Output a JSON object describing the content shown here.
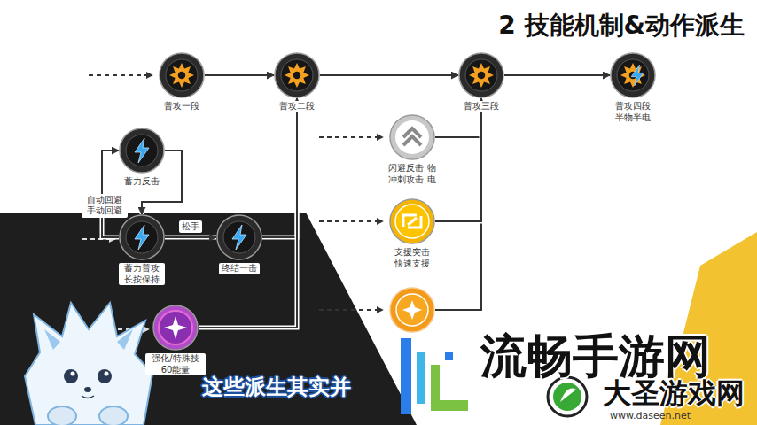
{
  "diagram": {
    "title": "2 技能机制&动作派生",
    "nodes": [
      {
        "text": [
          "普攻一段"
        ]
      },
      {
        "text": [
          "普攻二段"
        ]
      },
      {
        "text": [
          "普攻三段"
        ]
      },
      {
        "text": [
          "普攻四段 半物半电"
        ]
      },
      {
        "text": [
          "蓄力反击"
        ]
      },
      {
        "text": [
          "闪避反击 物 冲刺攻击 电"
        ]
      },
      {
        "text": [
          "蓄力普攻 长按保持"
        ]
      },
      {
        "text": [
          "终结一击"
        ]
      },
      {
        "text": [
          "支援突击 快速支援"
        ]
      },
      {
        "text": [
          "强化/特殊技 60能量"
        ]
      }
    ],
    "edges": [
      {
        "from": 0,
        "to": 1,
        "arrow": "to"
      },
      {
        "from": 1,
        "to": 2,
        "arrow": "to"
      },
      {
        "from": 2,
        "to": 3,
        "arrow": "to"
      },
      {
        "from": 4,
        "to": 6,
        "arrow": "to"
      },
      {
        "from": 6,
        "to": 4,
        "label": "自动回避 手动回避",
        "arrow": "to"
      },
      {
        "from": 6,
        "to": 7,
        "label": "松手",
        "arrow": "to"
      },
      {
        "from": 7,
        "to": 1,
        "arrow": "to"
      },
      {
        "from": 9,
        "to": 1,
        "arrow": "to"
      },
      {
        "from": 5,
        "to": 2,
        "arrow": "to"
      },
      {
        "from": 8,
        "to": 2,
        "arrow": "to"
      }
    ],
    "labels": [
      "这些派生其实并",
      "流畅手游网",
      "大圣游戏网",
      "www.daseen.net"
    ]
  }
}
